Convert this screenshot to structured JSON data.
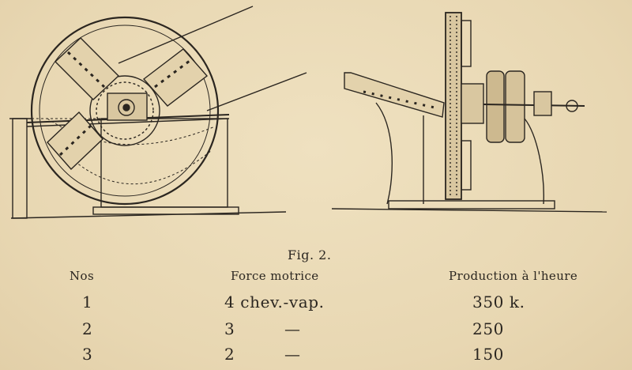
{
  "figure": {
    "caption": "Fig. 2."
  },
  "table": {
    "headers": {
      "number": "Nos",
      "force": "Force motrice",
      "production": "Production à l'heure"
    },
    "rows": [
      {
        "number": "1",
        "force": "4 chev.-vap.",
        "dash": "",
        "production": "350 k."
      },
      {
        "number": "2",
        "force": "3",
        "dash": "—",
        "production": "250"
      },
      {
        "number": "3",
        "force": "2",
        "dash": "—",
        "production": "150"
      }
    ]
  },
  "colors": {
    "paper": "#ecdcb8",
    "ink": "#2b2620"
  }
}
